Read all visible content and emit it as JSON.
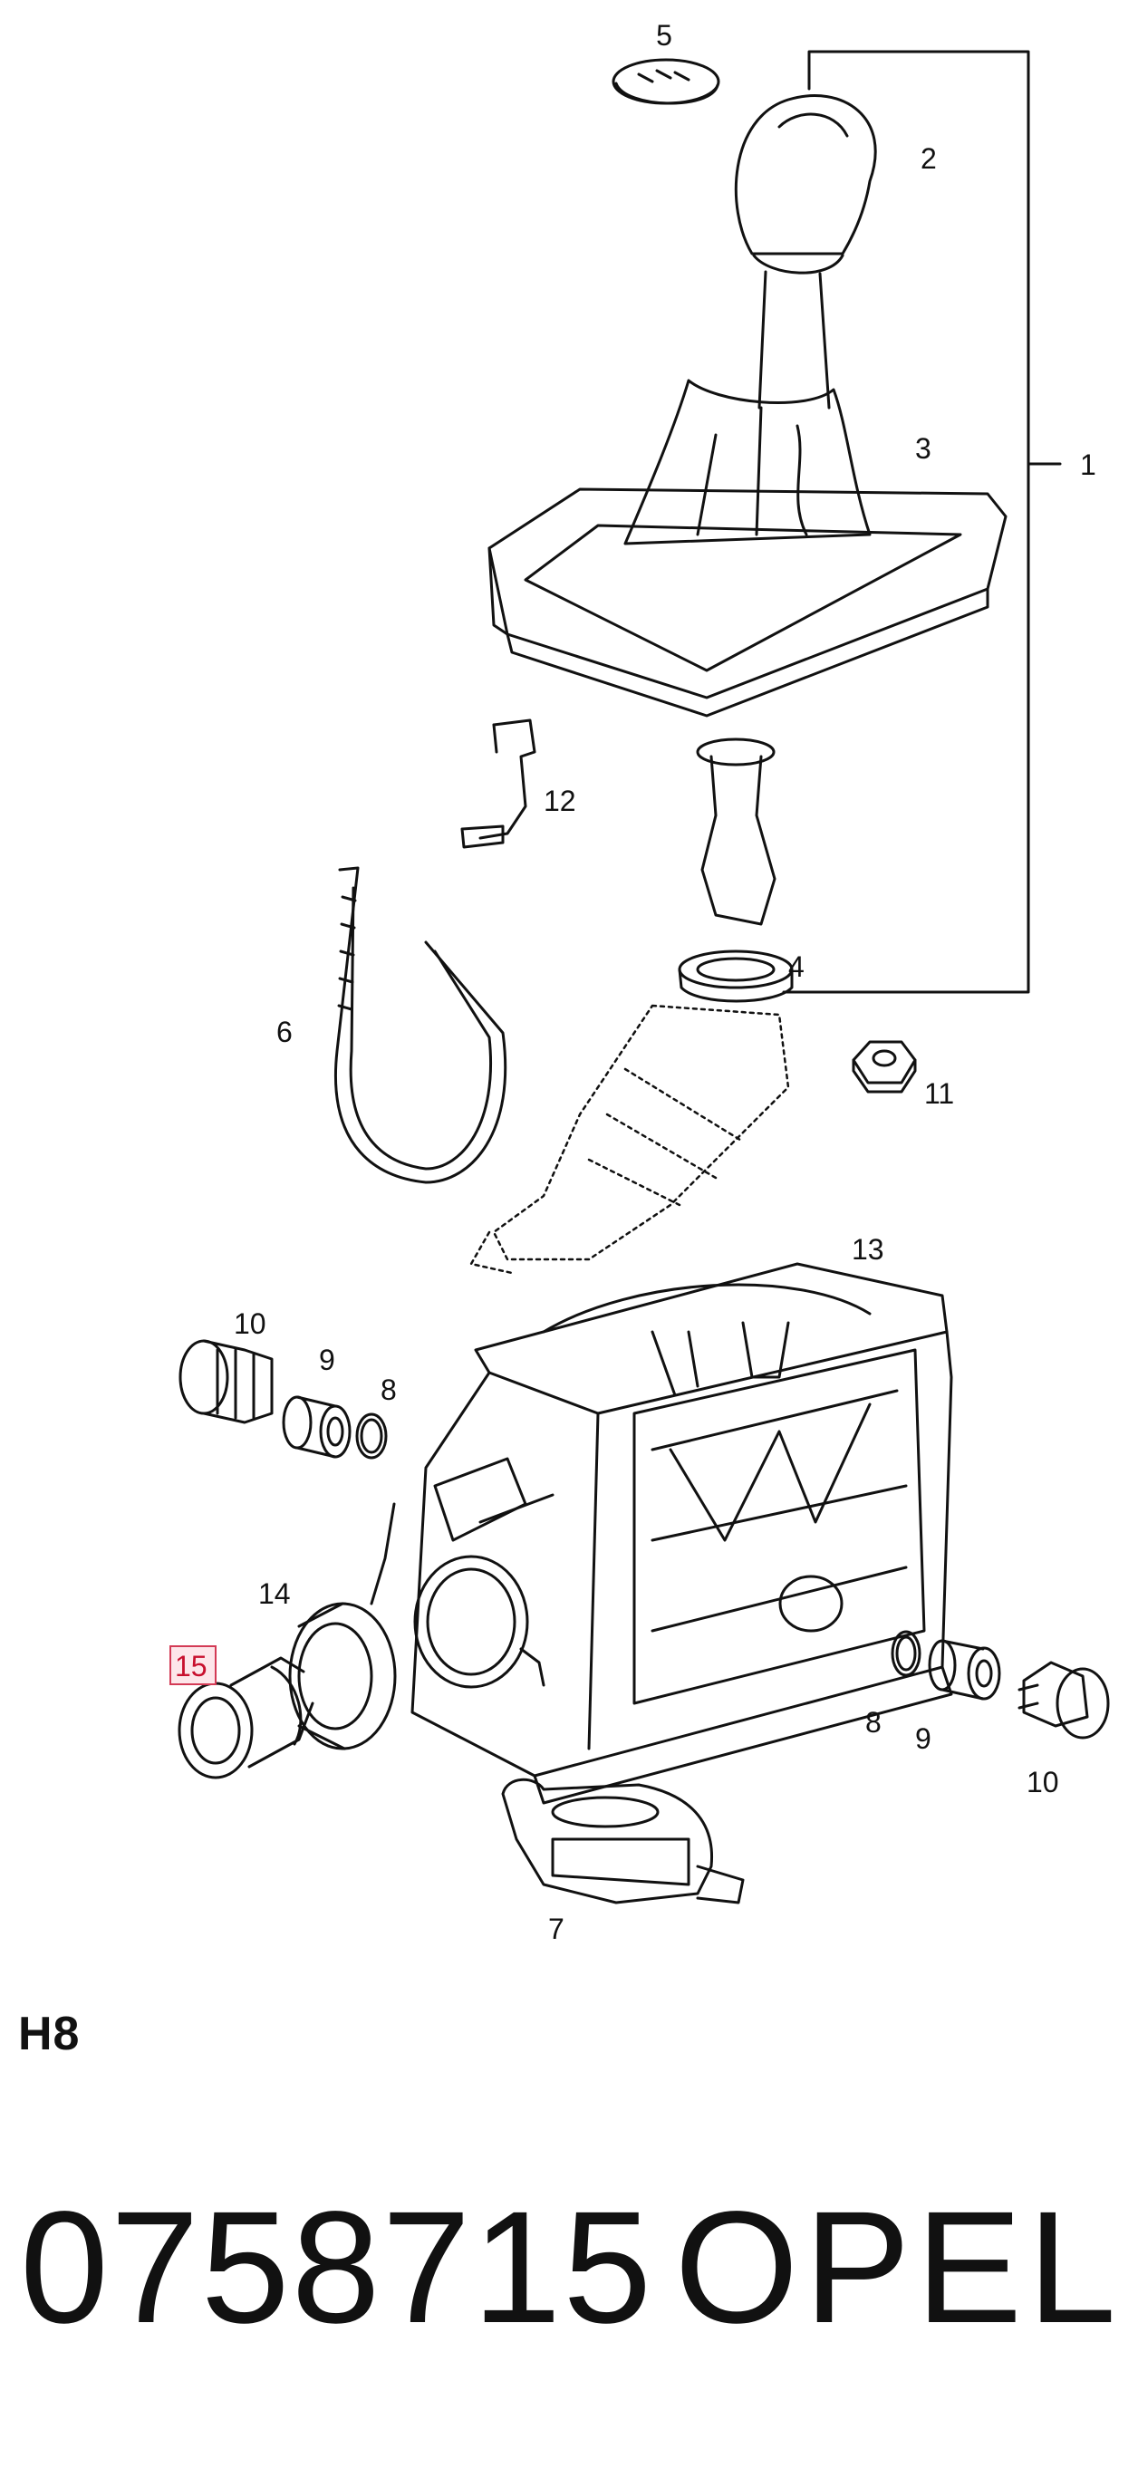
{
  "diagram": {
    "callouts": {
      "c1": "1",
      "c2": "2",
      "c3": "3",
      "c4": "4",
      "c5": "5",
      "c6": "6",
      "c7": "7",
      "c8a": "8",
      "c8b": "8",
      "c9a": "9",
      "c9b": "9",
      "c10a": "10",
      "c10b": "10",
      "c11": "11",
      "c12": "12",
      "c13": "13",
      "c14": "14",
      "c15": "15"
    },
    "highlighted_callout": "15",
    "highlight_color": "#d33a55"
  },
  "section_code": "H8",
  "footer": {
    "part_number": "0758715",
    "brand": "OPEL"
  }
}
